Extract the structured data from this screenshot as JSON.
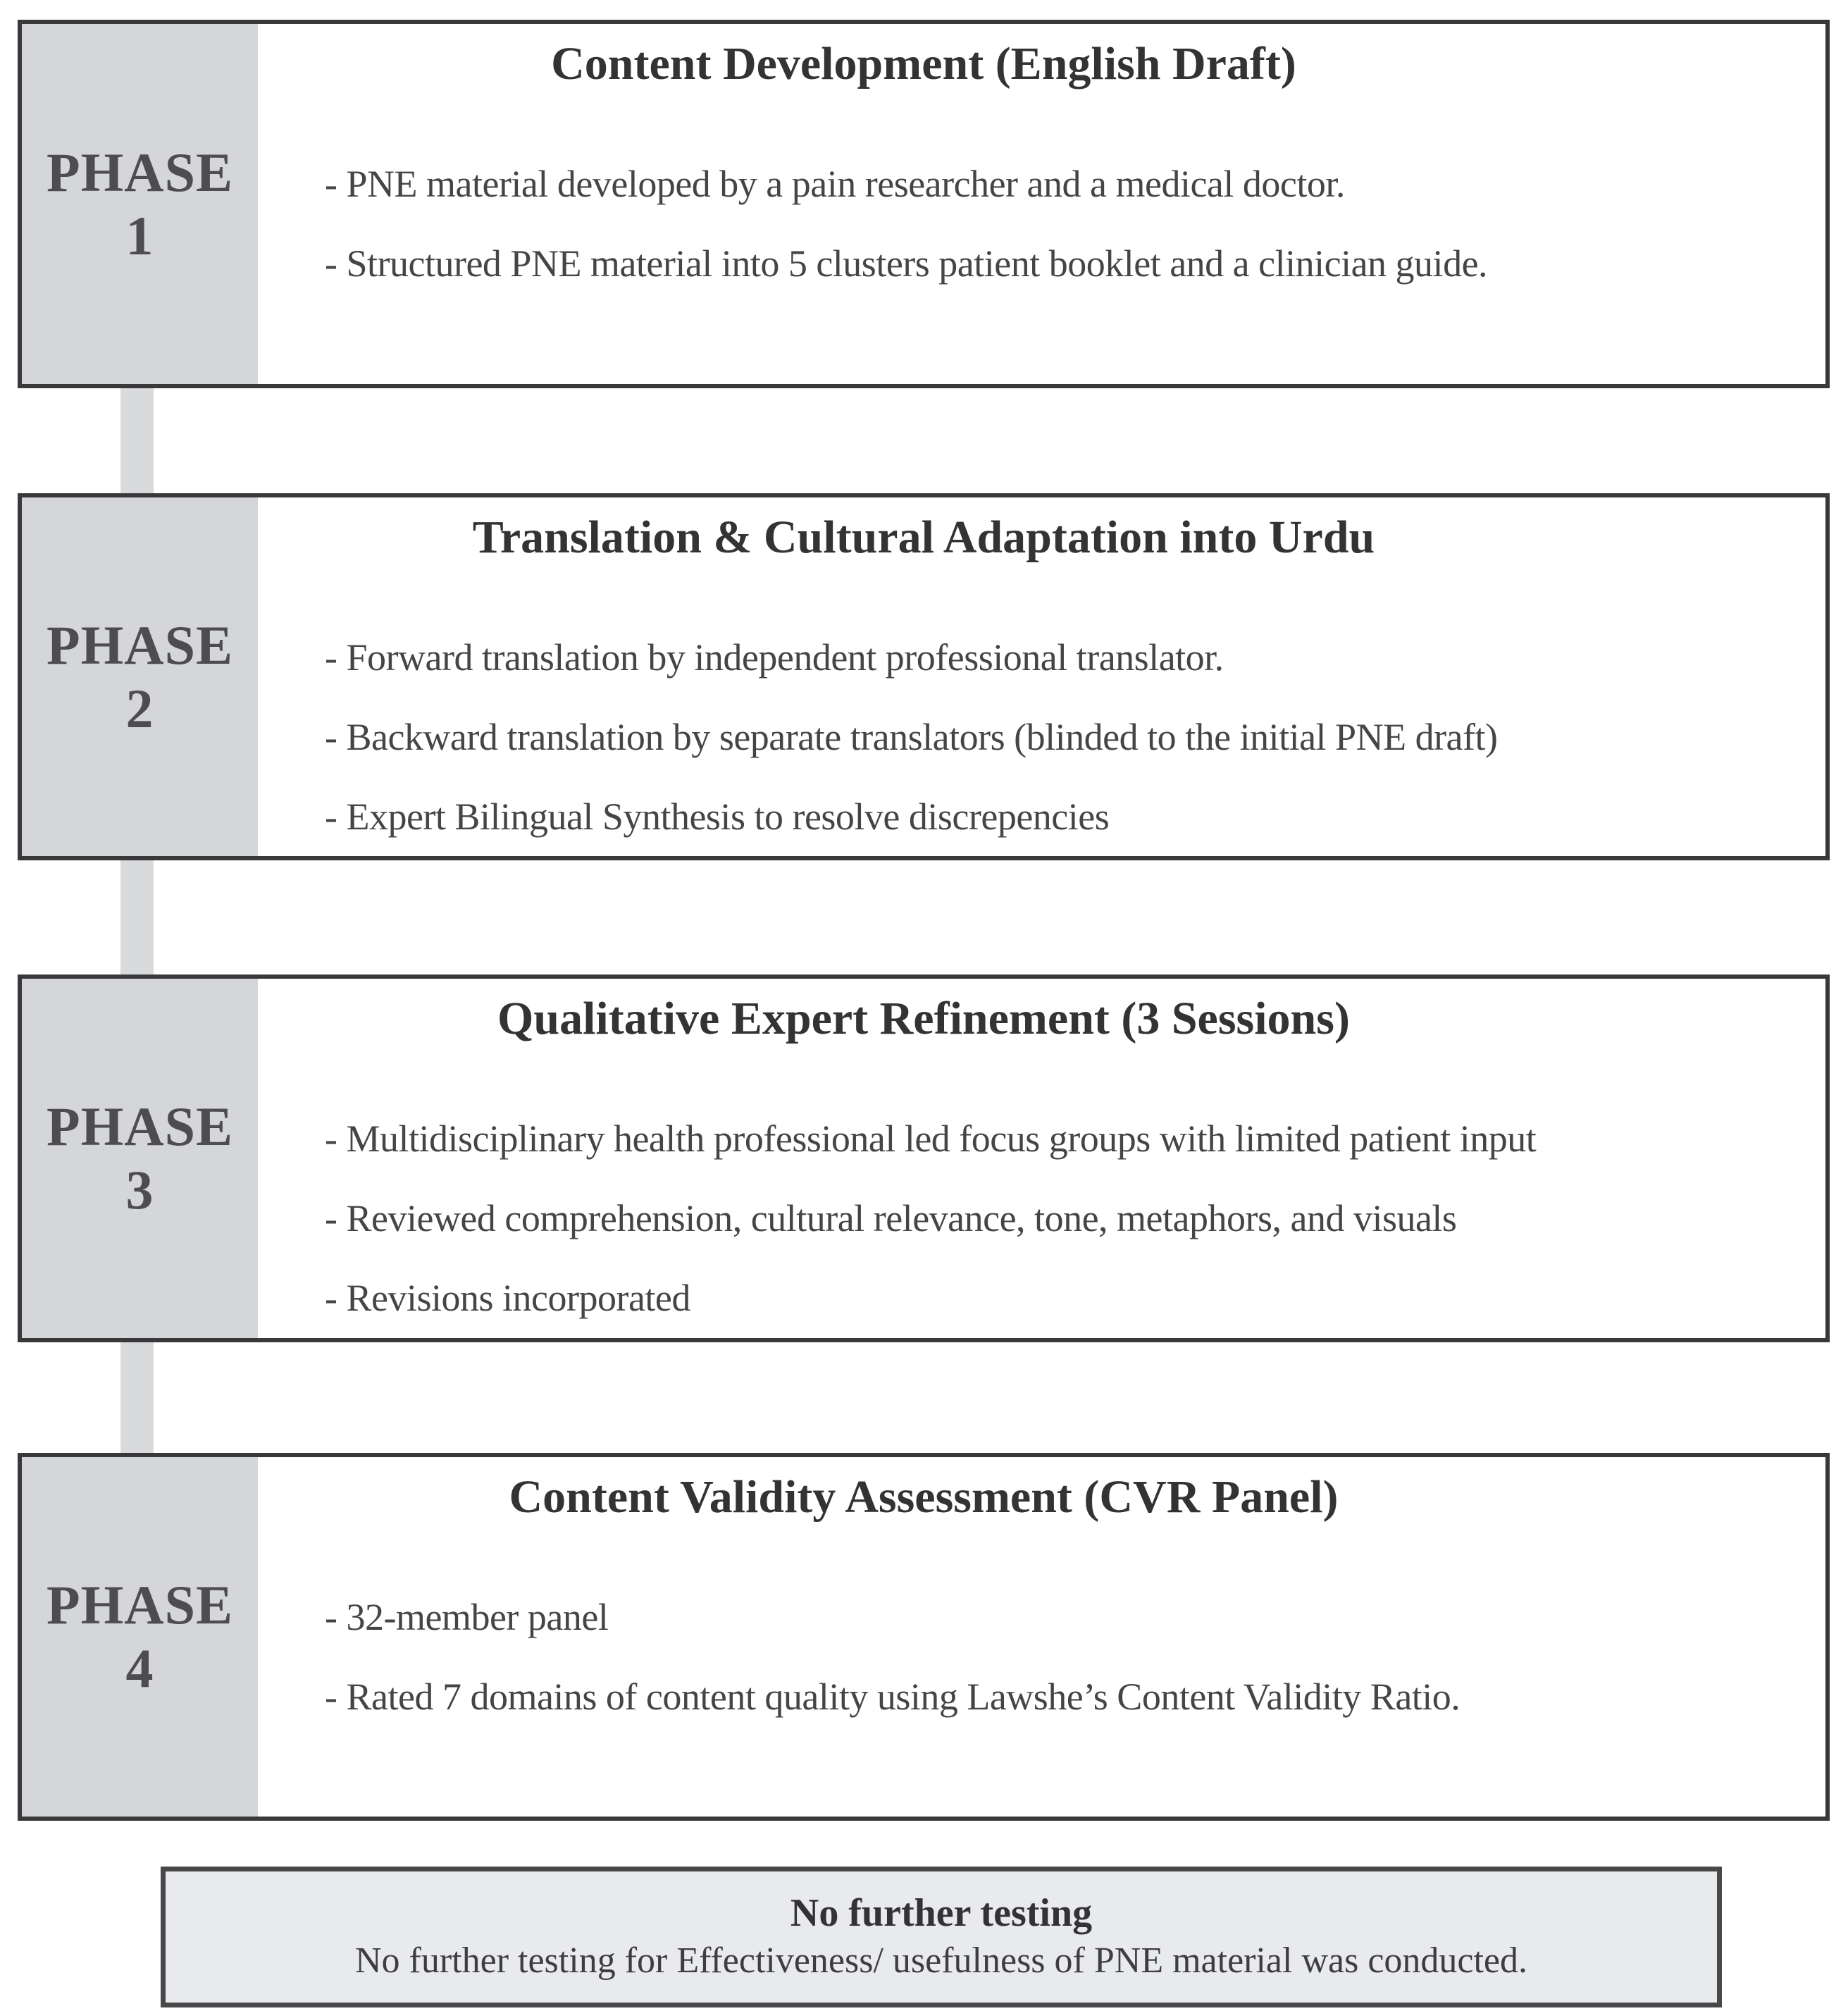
{
  "figure": {
    "phases": [
      {
        "label_word": "PHASE",
        "number": "1",
        "title": "Content Development (English Draft)",
        "bullets": [
          "- PNE material developed by a pain researcher and a medical doctor.",
          "- Structured PNE material into 5 clusters patient booklet and a clinician guide."
        ]
      },
      {
        "label_word": "PHASE",
        "number": "2",
        "title": "Translation & Cultural Adaptation into Urdu",
        "bullets": [
          "- Forward translation by independent professional translator.",
          "- Backward translation by separate translators (blinded to the initial PNE draft)",
          "- Expert Bilingual Synthesis to resolve discrepencies"
        ]
      },
      {
        "label_word": "PHASE",
        "number": "3",
        "title": "Qualitative Expert Refinement (3 Sessions)",
        "bullets": [
          "- Multidisciplinary health professional led focus groups with limited patient input",
          "- Reviewed comprehension, cultural relevance, tone, metaphors, and visuals",
          "- Revisions incorporated"
        ]
      },
      {
        "label_word": "PHASE",
        "number": "4",
        "title": "Content Validity Assessment (CVR Panel)",
        "bullets": [
          "- 32-member panel",
          "- Rated 7 domains of content quality using Lawshe’s Content Validity Ratio."
        ]
      }
    ],
    "final_box": {
      "title": "No further testing",
      "text": "No further testing for Effectiveness/ usefulness of PNE material was conducted."
    },
    "colors": {
      "label_bg": "#d5d6d8",
      "connector": "#d9dadc",
      "box_border": "#39393b",
      "final_bg": "#e9eaec",
      "text": "#3e3e40"
    }
  }
}
